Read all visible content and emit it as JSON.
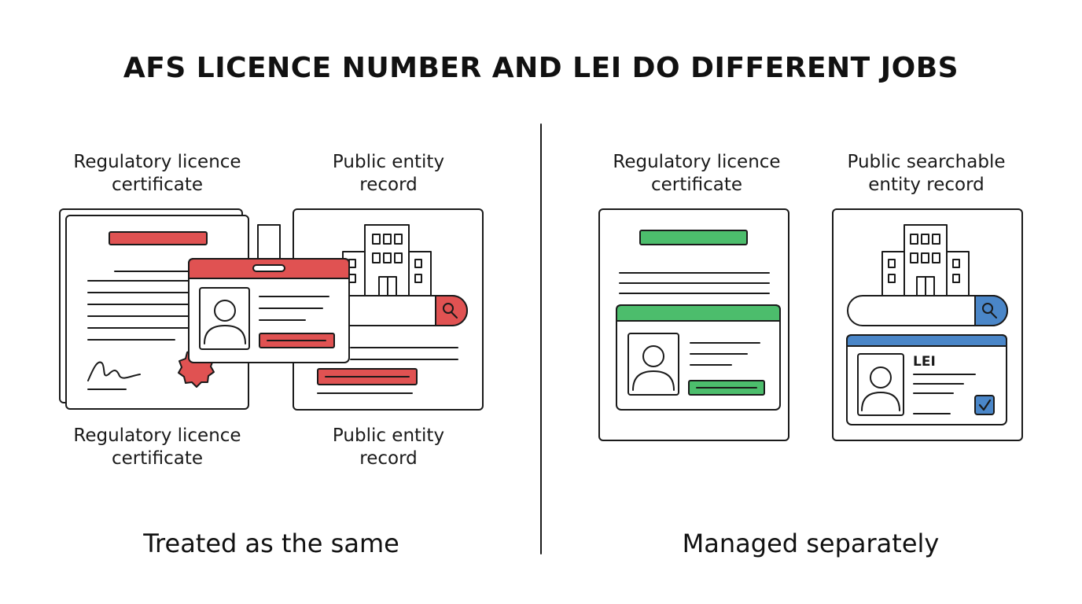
{
  "title": "AFS LICENCE NUMBER AND LEI DO DIFFERENT JOBS",
  "left_panel": {
    "top_labels": [
      "Regulatory licence certificate",
      "Public entity record"
    ],
    "bottom_labels": [
      "Regulatory licence certificate",
      "Public entity record"
    ],
    "caption": "Treated as the same"
  },
  "right_panel": {
    "top_labels": [
      "Regulatory licence certificate",
      "Public searchable entity record"
    ],
    "lei_label": "LEI",
    "caption": "Managed separately"
  },
  "colors": {
    "red": "#e05252",
    "green": "#4cbd6c",
    "blue": "#4a86c8",
    "stroke": "#1a1a1a"
  },
  "icons": [
    "certificate-icon",
    "id-badge-icon",
    "building-icon",
    "search-icon",
    "seal-icon",
    "signature-icon",
    "person-icon",
    "checkbox-checked-icon"
  ]
}
